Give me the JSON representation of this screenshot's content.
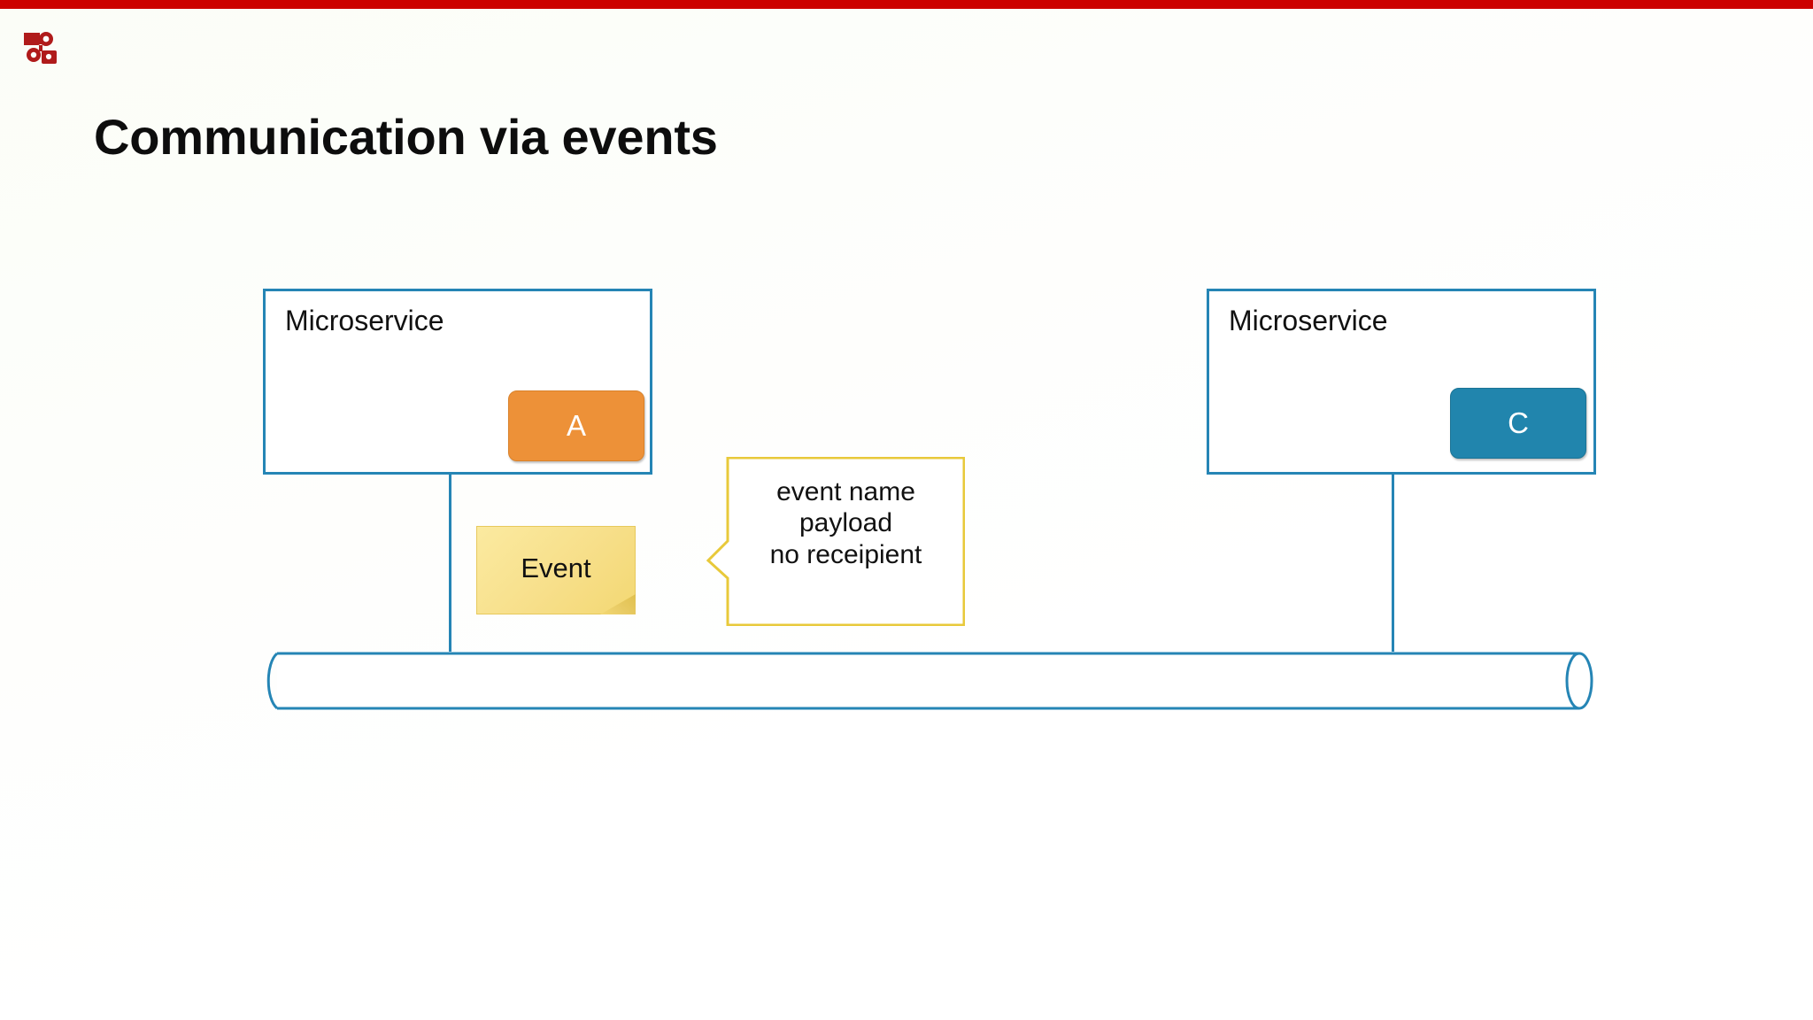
{
  "slide": {
    "title": "Communication via events",
    "logo_name": "innoq-logo",
    "accent_bar_color": "#cc0000",
    "background_color": "#ffffff"
  },
  "colors": {
    "brand_red": "#cc0000",
    "logo_red": "#b01b1b",
    "box_border_blue": "#2585b5",
    "component_orange": "#ed9138",
    "component_blue": "#2185ad",
    "sticky_yellow": "#f7df8a",
    "callout_border_yellow": "#e8c93a",
    "text_black": "#111111"
  },
  "diagram": {
    "type": "architecture-diagram",
    "services": [
      {
        "id": "left",
        "label": "Microservice",
        "component": {
          "label": "A",
          "color": "#ed9138"
        }
      },
      {
        "id": "right",
        "label": "Microservice",
        "component": {
          "label": "C",
          "color": "#2185ad"
        }
      }
    ],
    "sticky_note": {
      "label": "Event"
    },
    "callout": {
      "lines": [
        "event name",
        "payload",
        "no receipient"
      ]
    },
    "bus": {
      "name": "event-bus",
      "label": ""
    }
  }
}
